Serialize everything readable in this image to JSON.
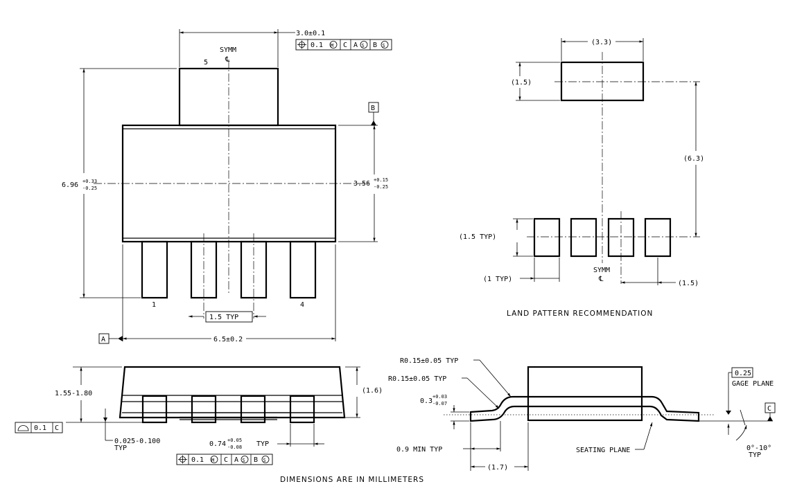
{
  "top_view": {
    "dim_width_top": "3.0±0.1",
    "fcf_top": [
      "0.1",
      "C",
      "A",
      "B"
    ],
    "symm": "SYMM",
    "pin5": "5",
    "pin1": "1",
    "pin4": "4",
    "datum_b": "B",
    "datum_a": "A",
    "dim_height_main": "6.96",
    "dim_height_main_tol_plus": "+0.33",
    "dim_height_main_tol_minus": "-0.25",
    "dim_body_height": "3.56",
    "dim_body_height_tol_plus": "+0.15",
    "dim_body_height_tol_minus": "-0.25",
    "dim_pitch": "1.5 TYP",
    "dim_width": "6.5±0.2"
  },
  "land_pattern": {
    "dim_tab_width": "(3.3)",
    "dim_tab_height": "(1.5)",
    "dim_span": "(6.3)",
    "dim_pad_height": "(1.5 TYP)",
    "dim_pad_width": "(1 TYP)",
    "symm": "SYMM",
    "dim_pitch": "(1.5)",
    "title": "LAND PATTERN RECOMMENDATION"
  },
  "side_view": {
    "dim_height": "1.55-1.80",
    "dim_ref_height": "(1.6)",
    "profile_tol": "0.1",
    "datum_c": "C",
    "dim_standoff": "0.025-0.100",
    "dim_standoff_typ": "TYP",
    "dim_lead_width": "0.74",
    "dim_lead_width_tol_plus": "+0.05",
    "dim_lead_width_tol_minus": "-0.08",
    "dim_lead_width_typ": "TYP",
    "fcf_bottom": [
      "0.1",
      "C",
      "A",
      "B"
    ]
  },
  "detail_view": {
    "radius1": "R0.15±0.05 TYP",
    "radius2": "R0.15±0.05 TYP",
    "dim_thickness": "0.3",
    "dim_thickness_tol_plus": "+0.03",
    "dim_thickness_tol_minus": "-0.07",
    "dim_min_foot": "0.9 MIN TYP",
    "dim_foot_len": "(1.7)",
    "seating_plane": "SEATING PLANE",
    "gage_value": "0.25",
    "gage_plane": "GAGE PLANE",
    "datum_c": "C",
    "angle": "0°-10°",
    "angle_typ": "TYP"
  },
  "footer": "DIMENSIONS ARE IN MILLIMETERS"
}
